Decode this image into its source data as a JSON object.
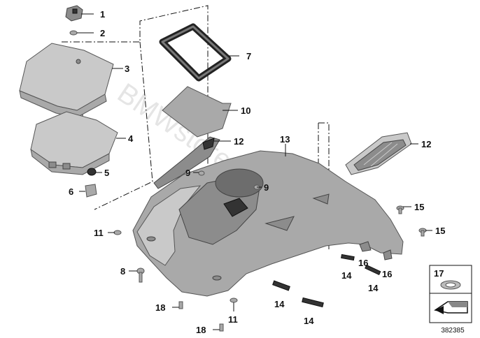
{
  "callouts": [
    {
      "id": "c1",
      "label": "1"
    },
    {
      "id": "c2",
      "label": "2"
    },
    {
      "id": "c3",
      "label": "3"
    },
    {
      "id": "c4",
      "label": "4"
    },
    {
      "id": "c5",
      "label": "5"
    },
    {
      "id": "c6",
      "label": "6"
    },
    {
      "id": "c7",
      "label": "7"
    },
    {
      "id": "c8",
      "label": "8"
    },
    {
      "id": "c9a",
      "label": "9"
    },
    {
      "id": "c9b",
      "label": "9"
    },
    {
      "id": "c10",
      "label": "10"
    },
    {
      "id": "c11a",
      "label": "11"
    },
    {
      "id": "c11b",
      "label": "11"
    },
    {
      "id": "c12a",
      "label": "12"
    },
    {
      "id": "c12b",
      "label": "12"
    },
    {
      "id": "c13",
      "label": "13"
    },
    {
      "id": "c14a",
      "label": "14"
    },
    {
      "id": "c14b",
      "label": "14"
    },
    {
      "id": "c14c",
      "label": "14"
    },
    {
      "id": "c14d",
      "label": "14"
    },
    {
      "id": "c15a",
      "label": "15"
    },
    {
      "id": "c15b",
      "label": "15"
    },
    {
      "id": "c16a",
      "label": "16"
    },
    {
      "id": "c16b",
      "label": "16"
    },
    {
      "id": "c17",
      "label": "17"
    },
    {
      "id": "c18a",
      "label": "18"
    },
    {
      "id": "c18b",
      "label": "18"
    }
  ],
  "watermark": "BMWstore.pl",
  "diagram_number": "382385"
}
